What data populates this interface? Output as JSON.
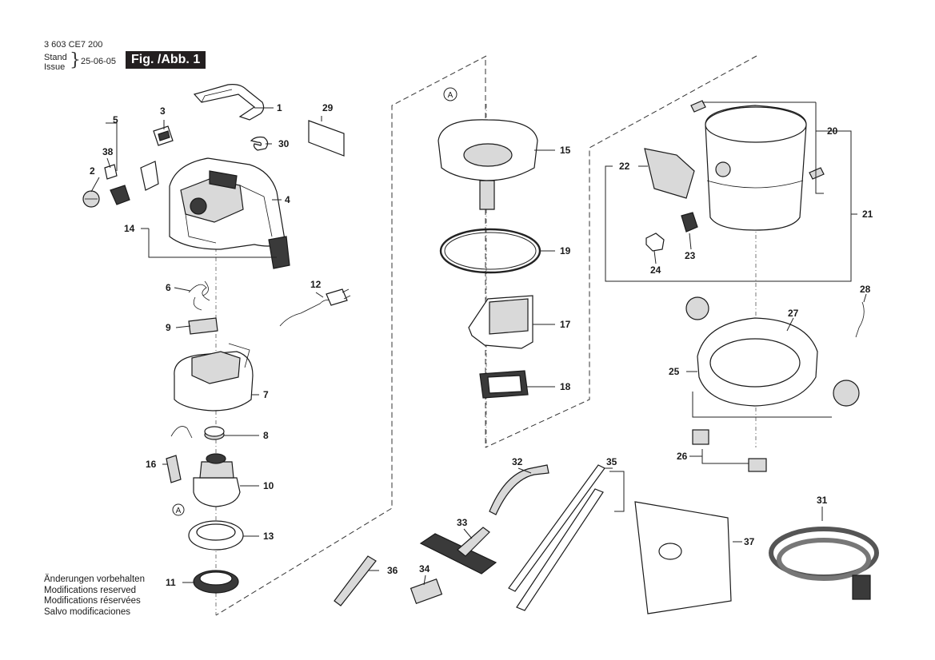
{
  "header": {
    "doc_number": "3 603 CE7 200",
    "stand_label": "Stand",
    "issue_label": "Issue",
    "brace": "}",
    "date": "25-06-05",
    "figure_label": "Fig. /Abb. 1"
  },
  "notes": [
    "Änderungen vorbehalten",
    "Modifications reserved",
    "Modifications réservées",
    "Salvo modificaciones"
  ],
  "reference_marker": "A",
  "part_numbers": [
    "1",
    "2",
    "3",
    "4",
    "5",
    "6",
    "7",
    "8",
    "9",
    "10",
    "11",
    "12",
    "13",
    "14",
    "15",
    "16",
    "17",
    "18",
    "19",
    "20",
    "21",
    "22",
    "23",
    "24",
    "25",
    "26",
    "27",
    "28",
    "29",
    "30",
    "31",
    "32",
    "33",
    "34",
    "35",
    "36",
    "37",
    "38"
  ]
}
